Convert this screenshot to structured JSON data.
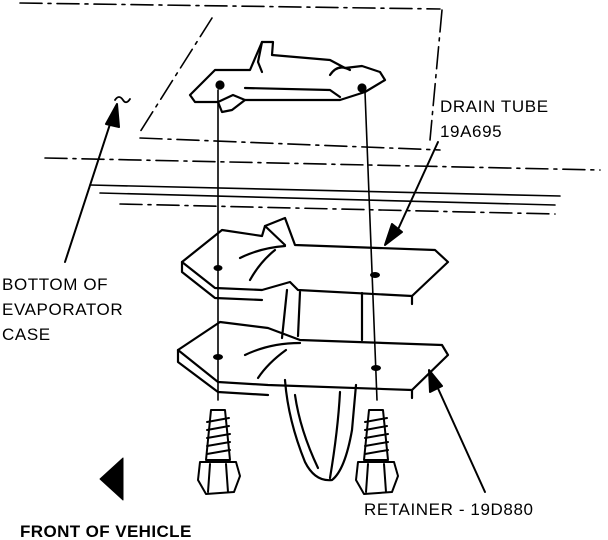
{
  "labels": {
    "drain_tube": {
      "line1": "DRAIN TUBE",
      "line2": "19A695"
    },
    "bottom_of_case": {
      "line1": "BOTTOM OF",
      "line2": "EVAPORATOR",
      "line3": "CASE"
    },
    "retainer": "RETAINER - 19D880",
    "front_of_vehicle": "FRONT OF VEHICLE"
  },
  "colors": {
    "ink": "#000000",
    "paper": "#ffffff"
  },
  "icons": [
    "front-arrow-icon",
    "screw-icon"
  ]
}
